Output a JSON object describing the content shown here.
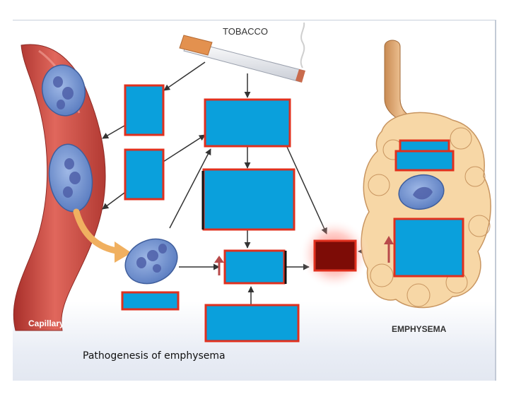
{
  "labels": {
    "tobacco": "TOBACCO",
    "capillary": "Capillary",
    "emphysema": "EMPHYSEMA",
    "caption": "Pathogenesis of emphysema"
  },
  "colors": {
    "box_fill": "#0aa0dc",
    "box_border": "#e0301e",
    "inhibitor_fill": "#7d0c06",
    "glow": "#ff5a4a",
    "vessel": "#c8443c",
    "cell": "#6c8fd0",
    "alveoli": "#f7d7a6",
    "arrow": "#333333",
    "up_arrow": "#b84a4a"
  },
  "icons": [
    "cigarette-icon",
    "smoke-icon",
    "capillary-vessel",
    "alveolar-macrophage-cell",
    "neutrophil-cell",
    "emphysema-alveoli",
    "up-arrow-icon"
  ]
}
